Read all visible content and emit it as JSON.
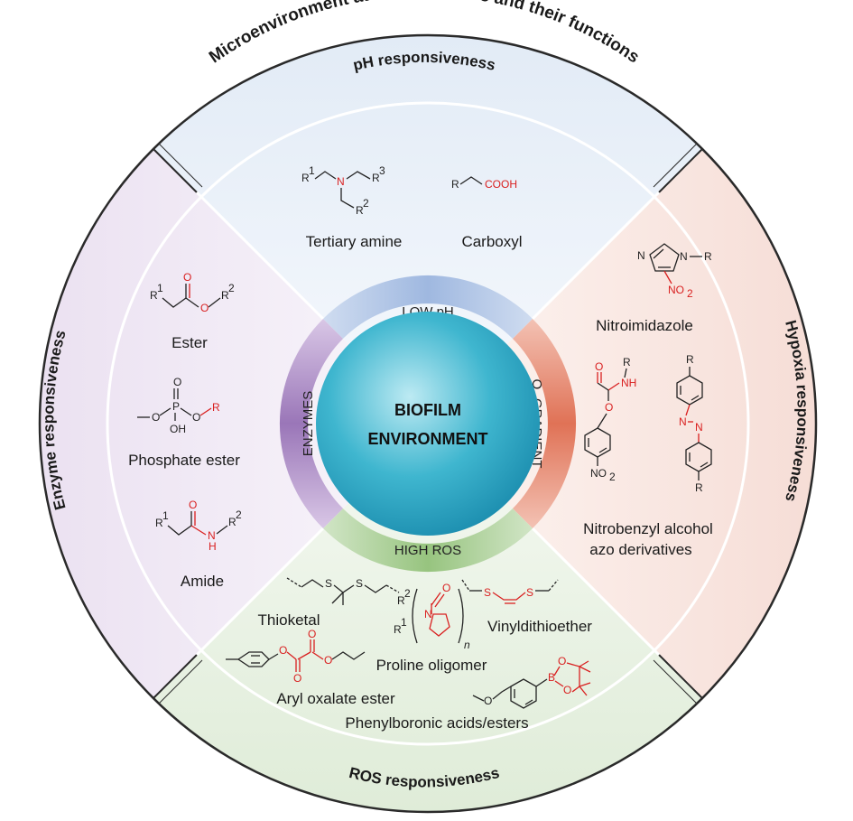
{
  "title": "Microenvironment at infection sites and their functions",
  "outer_labels": {
    "top": "pH responsiveness",
    "left": "Enzyme responsiveness",
    "right": "Hypoxia responsiveness",
    "bottom": "ROS responsiveness"
  },
  "center": {
    "line1": "BIOFILM",
    "line2": "ENVIRONMENT"
  },
  "inner_ring": {
    "top": "LOW pH",
    "left": "ENZYMES",
    "right_prefix": "O",
    "right_sub": "2",
    "right_suffix": " GRADIENT",
    "bottom": "HIGH ROS"
  },
  "chemicals": {
    "ph": [
      "Tertiary amine",
      "Carboxyl"
    ],
    "enzyme": [
      "Ester",
      "Phosphate ester",
      "Amide"
    ],
    "hypoxia": [
      "Nitroimidazole",
      "Nitrobenzyl alcohol",
      "azo derivatives"
    ],
    "ros": [
      "Thioketal",
      "Vinyldithioether",
      "Proline oligomer",
      "Aryl oxalate ester",
      "Phenylboronic acids/esters"
    ]
  },
  "atoms": {
    "R": "R",
    "R1": "1",
    "R2": "2",
    "R3": "3",
    "N": "N",
    "O": "O",
    "P": "P",
    "OH": "OH",
    "H": "H",
    "NH": "NH",
    "S": "S",
    "B": "B",
    "COOH": "COOH",
    "NO2": "NO",
    "sub2": "2",
    "n": "n"
  },
  "colors": {
    "ph_panel": "#e6edf6",
    "enzyme_panel": "#efe8f3",
    "hypoxia_panel": "#f9e8e3",
    "ros_panel": "#e8f1e3",
    "center_circle": "#3fb6cf",
    "red_atom": "#d92020"
  }
}
